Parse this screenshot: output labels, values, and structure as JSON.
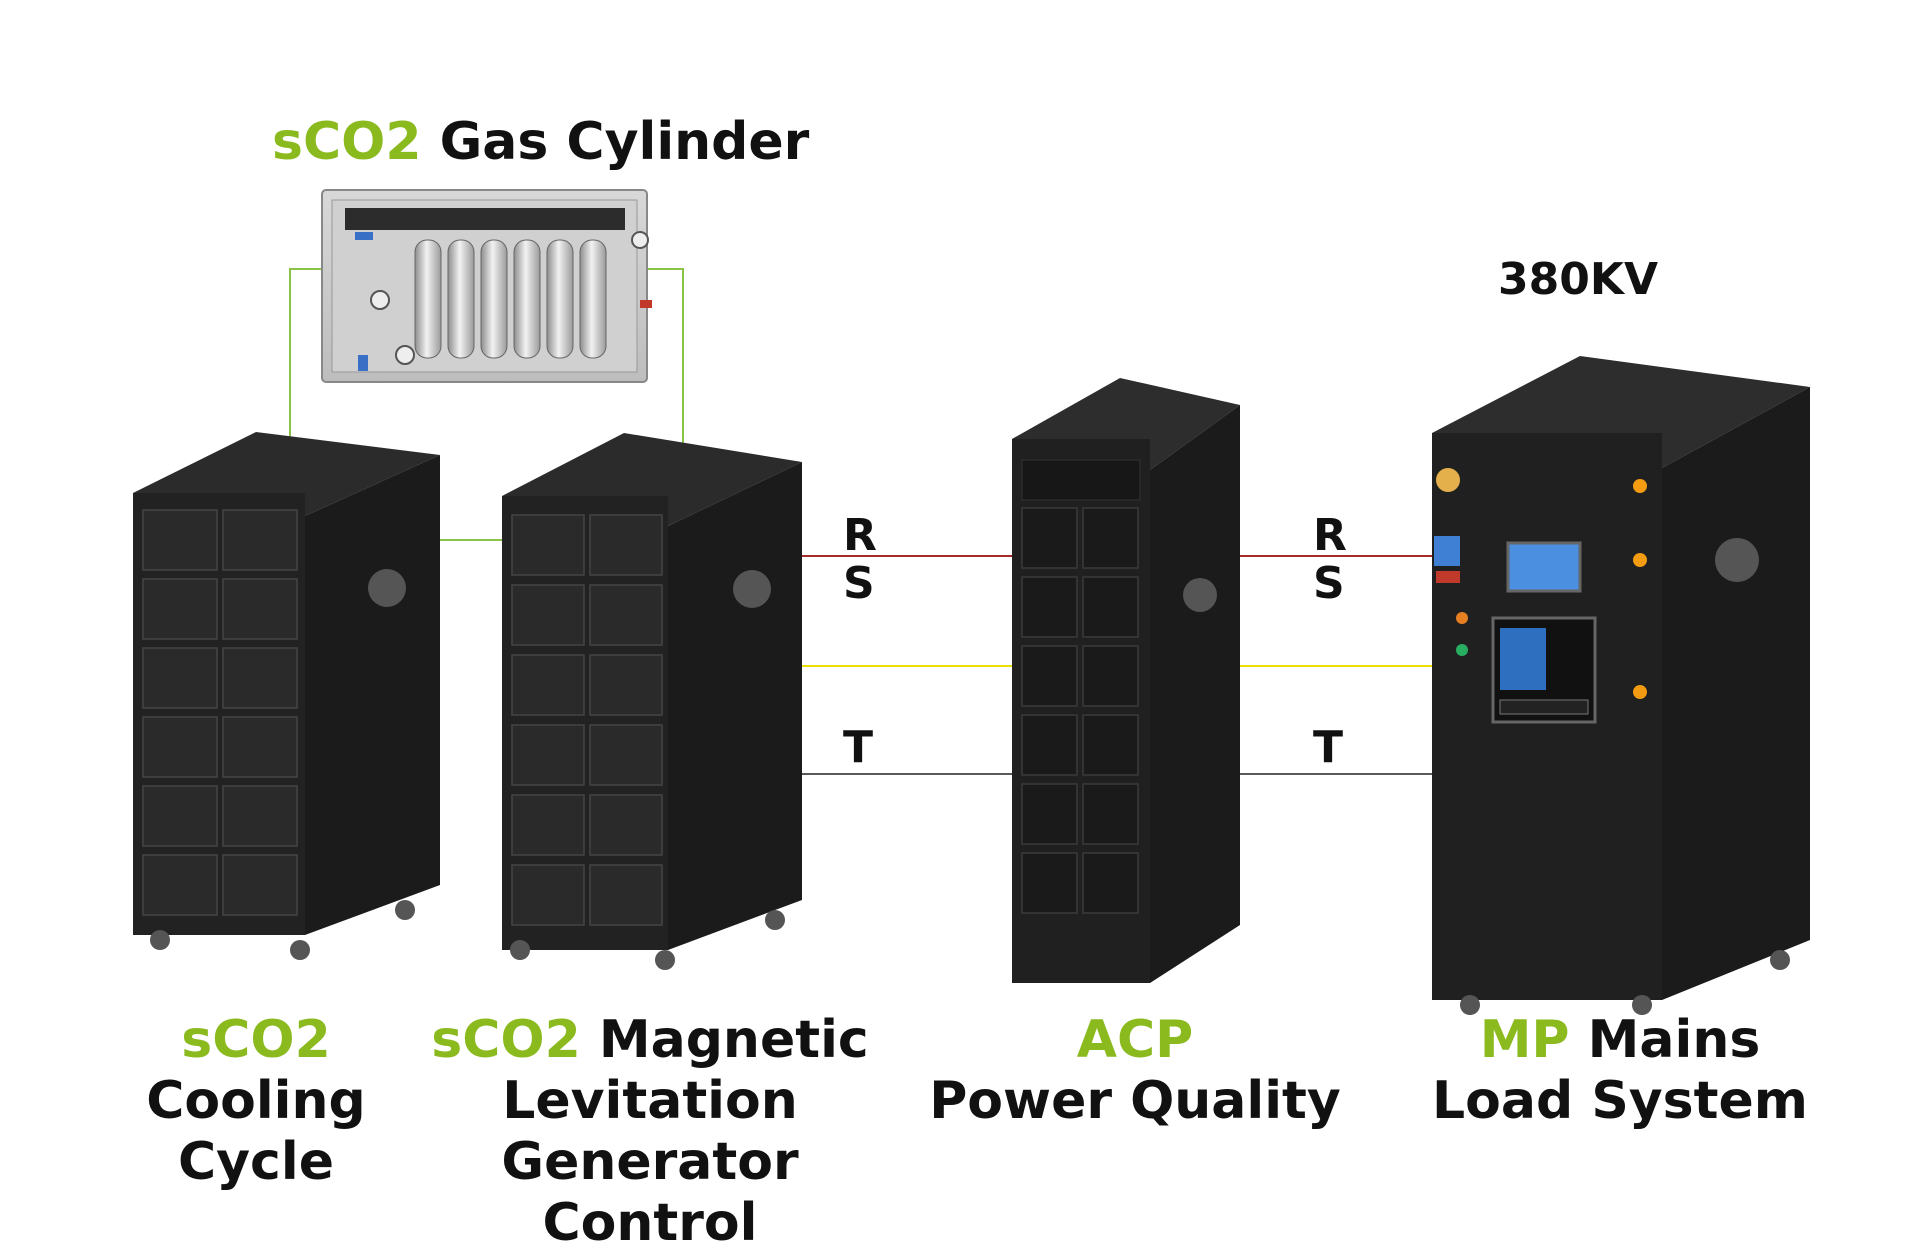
{
  "gas_cylinder": {
    "accent": "sCO2",
    "label": "Gas Cylinder"
  },
  "voltage_label": "380KV",
  "wires": {
    "left": {
      "r": "R",
      "s": "S",
      "t": "T"
    },
    "right": {
      "r": "R",
      "s": "S",
      "t": "T"
    }
  },
  "units": {
    "cooling": {
      "accent": "sCO2",
      "line1": "Cooling",
      "line2": "Cycle"
    },
    "generator": {
      "accent": "sCO2",
      "line1_rest": "Magnetic",
      "line2": "Levitation",
      "line3": "Generator Control"
    },
    "acp": {
      "accent": "ACP",
      "line1": "Power Quality"
    },
    "mp": {
      "accent": "MP",
      "line1_rest": "Mains",
      "line2": "Load System"
    }
  },
  "colors": {
    "accent": "#8bba1f",
    "pipe": "#8bc34a",
    "wire_r": "#a52a2a",
    "wire_s": "#e8e000",
    "wire_t": "#222222",
    "cabinet": "#1e1e1e"
  },
  "icons": [
    "gas-cylinder-rack",
    "battery-cabinet",
    "acp-cabinet",
    "mains-load-cabinet",
    "brand-logo-icon"
  ]
}
